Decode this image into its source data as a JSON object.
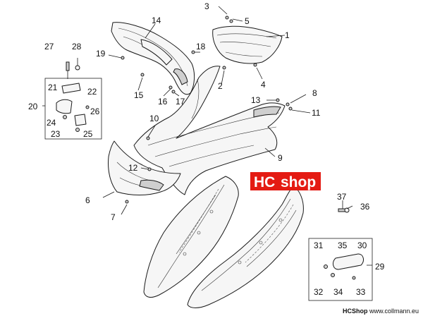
{
  "logo": {
    "hc": "HC",
    "shop": "shop",
    "color": "#e41b13"
  },
  "credit": {
    "brand": "HCShop",
    "url": "www.collmann.eu"
  },
  "callouts": [
    {
      "id": "1",
      "text": "1"
    },
    {
      "id": "2",
      "text": "2"
    },
    {
      "id": "3",
      "text": "3"
    },
    {
      "id": "4",
      "text": "4"
    },
    {
      "id": "5",
      "text": "5"
    },
    {
      "id": "6",
      "text": "6"
    },
    {
      "id": "7",
      "text": "7"
    },
    {
      "id": "8",
      "text": "8"
    },
    {
      "id": "9",
      "text": "9"
    },
    {
      "id": "10",
      "text": "10"
    },
    {
      "id": "11",
      "text": "11"
    },
    {
      "id": "12",
      "text": "12"
    },
    {
      "id": "13",
      "text": "13"
    },
    {
      "id": "14",
      "text": "14"
    },
    {
      "id": "15",
      "text": "15"
    },
    {
      "id": "16",
      "text": "16"
    },
    {
      "id": "17",
      "text": "17"
    },
    {
      "id": "18",
      "text": "18"
    },
    {
      "id": "19",
      "text": "19"
    },
    {
      "id": "20",
      "text": "20"
    },
    {
      "id": "21",
      "text": "21"
    },
    {
      "id": "22",
      "text": "22"
    },
    {
      "id": "23",
      "text": "23"
    },
    {
      "id": "24",
      "text": "24"
    },
    {
      "id": "25",
      "text": "25"
    },
    {
      "id": "26",
      "text": "26"
    },
    {
      "id": "27",
      "text": "27"
    },
    {
      "id": "28",
      "text": "28"
    },
    {
      "id": "29",
      "text": "29"
    },
    {
      "id": "30",
      "text": "30"
    },
    {
      "id": "31",
      "text": "31"
    },
    {
      "id": "32",
      "text": "32"
    },
    {
      "id": "33",
      "text": "33"
    },
    {
      "id": "34",
      "text": "34"
    },
    {
      "id": "35",
      "text": "35"
    },
    {
      "id": "36",
      "text": "36"
    },
    {
      "id": "37",
      "text": "37"
    }
  ]
}
